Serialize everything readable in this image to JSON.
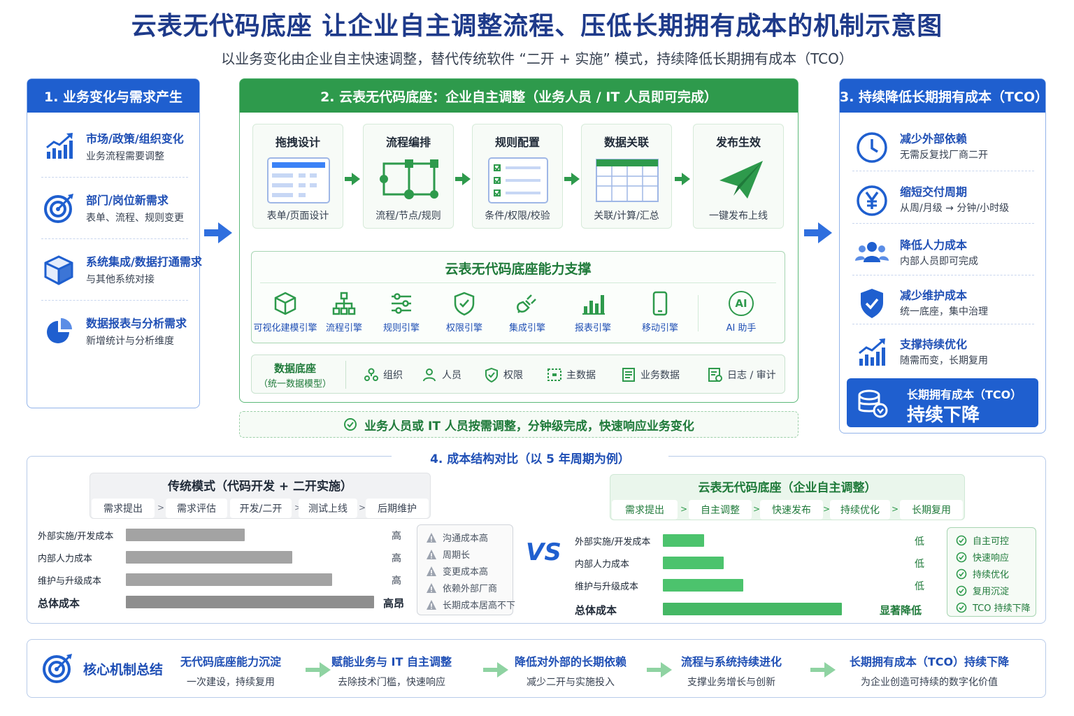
{
  "title": "云表无代码底座  让企业自主调整流程、压低长期拥有成本的机制示意图",
  "subtitle": "以业务变化由企业自主快速调整，替代传统软件 “二开 + 实施” 模式，持续降低长期拥有成本（TCO）",
  "colors": {
    "primary_blue": "#1f5fcf",
    "primary_green": "#2e9a4c",
    "gray_bar": "#a3a3a3",
    "green_bar": "#4cc36d"
  },
  "section1": {
    "title": "1. 业务变化与需求产生",
    "items": [
      {
        "icon": "trend-chart-icon",
        "title": "市场/政策/组织变化",
        "desc": "业务流程需要调整"
      },
      {
        "icon": "target-icon",
        "title": "部门/岗位新需求",
        "desc": "表单、流程、规则变更"
      },
      {
        "icon": "cube-icon",
        "title": "系统集成/数据打通需求",
        "desc": "与其他系统对接"
      },
      {
        "icon": "pie-chart-icon",
        "title": "数据报表与分析需求",
        "desc": "新增统计与分析维度"
      }
    ]
  },
  "section2": {
    "title": "2. 云表无代码底座：企业自主调整（业务人员 / IT 人员即可完成）",
    "steps": [
      {
        "title": "拖拽设计",
        "desc": "表单/页面设计"
      },
      {
        "title": "流程编排",
        "desc": "流程/节点/规则"
      },
      {
        "title": "规则配置",
        "desc": "条件/权限/校验"
      },
      {
        "title": "数据关联",
        "desc": "关联/计算/汇总"
      },
      {
        "title": "发布生效",
        "desc": "一键发布上线"
      }
    ],
    "ability_title": "云表无代码底座能力支撑",
    "engines": [
      {
        "icon": "modeling-icon",
        "label": "可视化建模引擎"
      },
      {
        "icon": "flow-tree-icon",
        "label": "流程引擎"
      },
      {
        "icon": "sliders-icon",
        "label": "规则引擎"
      },
      {
        "icon": "shield-check-icon",
        "label": "权限引擎"
      },
      {
        "icon": "plug-icon",
        "label": "集成引擎"
      },
      {
        "icon": "bar-chart-icon",
        "label": "报表引擎"
      },
      {
        "icon": "mobile-icon",
        "label": "移动引擎"
      },
      {
        "icon": "ai-icon",
        "icon_text": "AI",
        "label": "AI 助手"
      }
    ],
    "database_title": "数据底座",
    "database_subtitle": "（统一数据模型）",
    "database_items": [
      {
        "icon": "org-icon",
        "label": "组织"
      },
      {
        "icon": "person-icon",
        "label": "人员"
      },
      {
        "icon": "permission-icon",
        "label": "权限"
      },
      {
        "icon": "master-data-icon",
        "label": "主数据"
      },
      {
        "icon": "business-data-icon",
        "label": "业务数据"
      },
      {
        "icon": "log-icon",
        "label": "日志 / 审计"
      }
    ],
    "banner": "业务人员或 IT 人员按需调整，分钟级完成，快速响应业务变化"
  },
  "section3": {
    "title": "3. 持续降低长期拥有成本（TCO）",
    "items": [
      {
        "icon": "clock-icon",
        "title": "减少外部依赖",
        "desc": "无需反复找厂商二开"
      },
      {
        "icon": "yen-icon",
        "title": "缩短交付周期",
        "desc": "从周/月级 → 分钟/小时级"
      },
      {
        "icon": "people-icon",
        "title": "降低人力成本",
        "desc": "内部人员即可完成"
      },
      {
        "icon": "shield-icon",
        "title": "减少维护成本",
        "desc": "统一底座，集中治理"
      },
      {
        "icon": "growth-chart-icon",
        "title": "支撑持续优化",
        "desc": "随需而变，长期复用"
      }
    ],
    "tco_label": "长期拥有成本（TCO）",
    "tco_value": "持续下降"
  },
  "section4": {
    "title": "4. 成本结构对比（以 5 年周期为例）",
    "vs": "VS",
    "traditional": {
      "title": "传统模式（代码开发 + 二开实施）",
      "steps": [
        "需求提出",
        "需求评估",
        "开发/二开",
        "测试上线",
        "后期维护"
      ],
      "rows": [
        {
          "label": "外部实施/开发成本",
          "value": 0.48,
          "level": "高"
        },
        {
          "label": "内部人力成本",
          "value": 0.67,
          "level": "高"
        },
        {
          "label": "维护与升级成本",
          "value": 0.83,
          "level": "高"
        },
        {
          "label": "总体成本",
          "value": 1.0,
          "level": "高昂"
        }
      ],
      "notes": [
        "沟通成本高",
        "周期长",
        "变更成本高",
        "依赖外部厂商",
        "长期成本居高不下"
      ]
    },
    "yunbiao": {
      "title": "云表无代码底座（企业自主调整）",
      "steps": [
        "需求提出",
        "自主调整",
        "快速发布",
        "持续优化",
        "长期复用"
      ],
      "rows": [
        {
          "label": "外部实施/开发成本",
          "value": 0.23,
          "level": "低"
        },
        {
          "label": "内部人力成本",
          "value": 0.34,
          "level": "低"
        },
        {
          "label": "维护与升级成本",
          "value": 0.45,
          "level": "低"
        },
        {
          "label": "总体成本",
          "value": 1.0,
          "level": "显著降低"
        }
      ],
      "notes": [
        "自主可控",
        "快速响应",
        "持续优化",
        "复用沉淀",
        "TCO 持续下降"
      ]
    }
  },
  "summary": {
    "title": "核心机制总结",
    "items": [
      {
        "title": "无代码底座能力沉淀",
        "desc": "一次建设，持续复用"
      },
      {
        "title": "赋能业务与 IT 自主调整",
        "desc": "去除技术门槛，快速响应"
      },
      {
        "title": "降低对外部的长期依赖",
        "desc": "减少二开与实施投入"
      },
      {
        "title": "流程与系统持续进化",
        "desc": "支撑业务增长与创新"
      },
      {
        "title": "长期拥有成本（TCO）持续下降",
        "desc": "为企业创造可持续的数字化价值"
      }
    ]
  }
}
